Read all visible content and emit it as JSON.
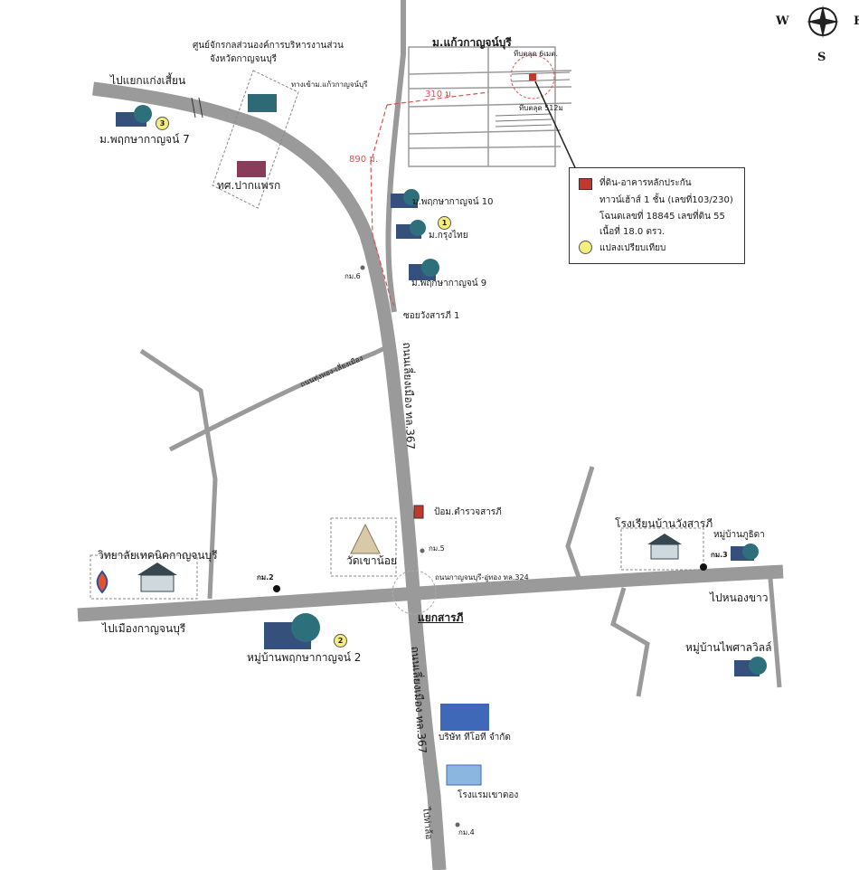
{
  "compass": {
    "west": "W",
    "east": "E",
    "south": "S"
  },
  "legend": {
    "collateral_title": "ที่ดิน-อาคารหลักประกัน",
    "collateral_line1": "ทาวน์เฮ้าส์ 1 ชั้น (เลขที่103/230)",
    "collateral_line2": "โฉนดเลขที่ 18845 เลขที่ดิน 55",
    "collateral_line3": "เนื้อที่ 18.0 ตรว.",
    "comparison_label": "แปลงเปรียบเทียบ",
    "collateral_color": "#c0392b",
    "comparison_color": "#f6ee7a"
  },
  "labels": {
    "village_top": "ม.แก้วกาญจน์บุรี",
    "dead_end_top": "ทีบตลุด 6เมต.",
    "dead_end_bottom": "ทีบตลุด 512ม",
    "entrance": "ทางเข้าม.แก้วกาญจน์บุรี",
    "dist_310": "310 ม.",
    "dist_890": "890 ม.",
    "agency_line1": "ศูนย์จักรกลส่วนองค์การบริหารงานส่วน",
    "agency_line2": "จังหวัดกาญจนบุรี",
    "to_kaeng_sian": "ไปแยกแก่งเสี้ยน",
    "village_7": "ม.พฤกษากาญจน์ 7",
    "school_pak_phraek": "ทศ.ปากแพรก",
    "village_10": "ม.พฤกษากาญจน์ 10",
    "village_krungthai": "ม.กรุงไทย",
    "km6": "กม.6",
    "village_9": "ม.พฤกษากาญจน์ 9",
    "soi_wang_sarapi": "ซอยวังสารภี 1",
    "road_thung_thong": "ถนนทุ่งทอง-เลี่ยงเมือง",
    "road_bypass_upper": "ถนนเลี่ยงเมือง ทล.367",
    "police_box": "ป้อม.ตำรวจสารภี",
    "school_wang_sarapi": "โรงเรียนบ้านวังสารภี",
    "village_phu_thida": "หมู่บ้านภูธิดา",
    "km3": "กม.3",
    "tech_college": "วิทยาลัยเทคนิคกาญจนบุรี",
    "wat_khao_noi": "วัดเขาน้อย",
    "km5": "กม.5",
    "km2": "กม.2",
    "road_324": "ถนนกาญจนบุรี-อู่ทอง ทล.324",
    "to_nong_khao": "ไปหนองขาว",
    "to_kanchanaburi": "ไปเมืองกาญจนบุรี",
    "sarapi_junction": "แยกสารภี",
    "village_2": "หมู่บ้านพฤกษากาญจน์ 2",
    "village_phaisan": "หมู่บ้านไพศาลวิลล์",
    "road_bypass_lower": "ถนนเลี่ยงเมือง ทล.367",
    "company_tio": "บริษัท ทีโอที จำกัด",
    "hotel_khao_tong": "โรงแรมเขาตอง",
    "to_tha_muang": "ไปท่าล้อ",
    "km4": "กม.4"
  },
  "badges": {
    "b1": "1",
    "b2": "2",
    "b3": "3"
  }
}
